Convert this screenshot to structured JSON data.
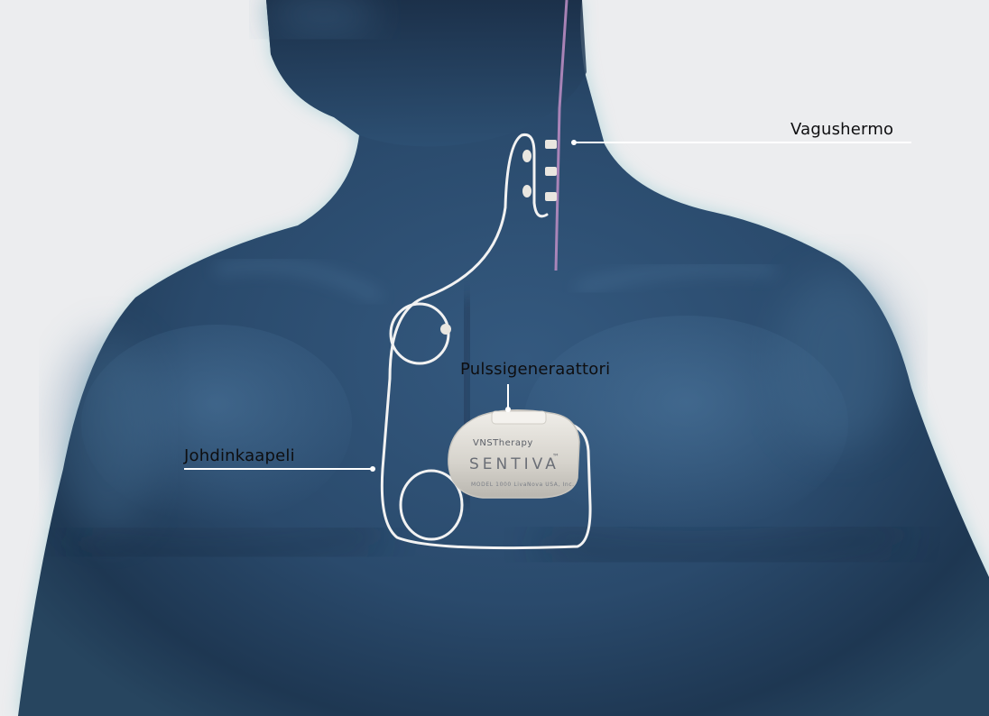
{
  "labels": {
    "nerve": "Vagushermo",
    "generator": "Pulssigeneraattori",
    "lead": "Johdinkaapeli"
  },
  "device": {
    "brand": "VNSTherapy",
    "name": "SENTIVA",
    "trademark": "™",
    "model_line": "MODEL 1000   LivaNova USA, Inc."
  },
  "colors": {
    "background": "#ecedef",
    "body": "#2c4f73",
    "body_glow": "#7fb8c4",
    "lead": "#f2f2f2",
    "nerve": "#b78bc0",
    "device": "#d9d6cf",
    "label_text": "#0e0e10"
  }
}
